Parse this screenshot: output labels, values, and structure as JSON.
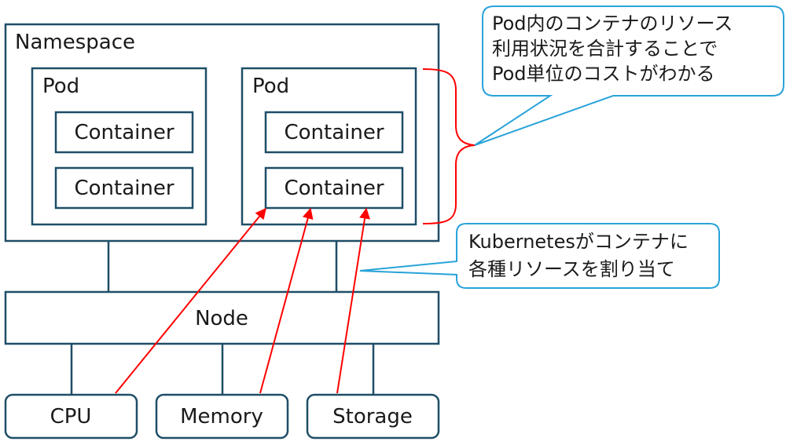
{
  "namespace": {
    "label": "Namespace"
  },
  "pods": [
    {
      "label": "Pod",
      "containers": [
        "Container",
        "Container"
      ]
    },
    {
      "label": "Pod",
      "containers": [
        "Container",
        "Container"
      ]
    }
  ],
  "node": {
    "label": "Node"
  },
  "resources": [
    "CPU",
    "Memory",
    "Storage"
  ],
  "callouts": {
    "pod_usage": [
      "Pod内のコンテナのリソース",
      "利用状況を合計することで",
      "Pod単位のコストがわかる"
    ],
    "allocation": [
      "Kubernetesがコンテナに",
      "各種リソースを割り当て"
    ]
  },
  "colors": {
    "box_stroke": "#1f4e67",
    "callout_stroke": "#29a3d9",
    "arrow": "#ff0000"
  }
}
